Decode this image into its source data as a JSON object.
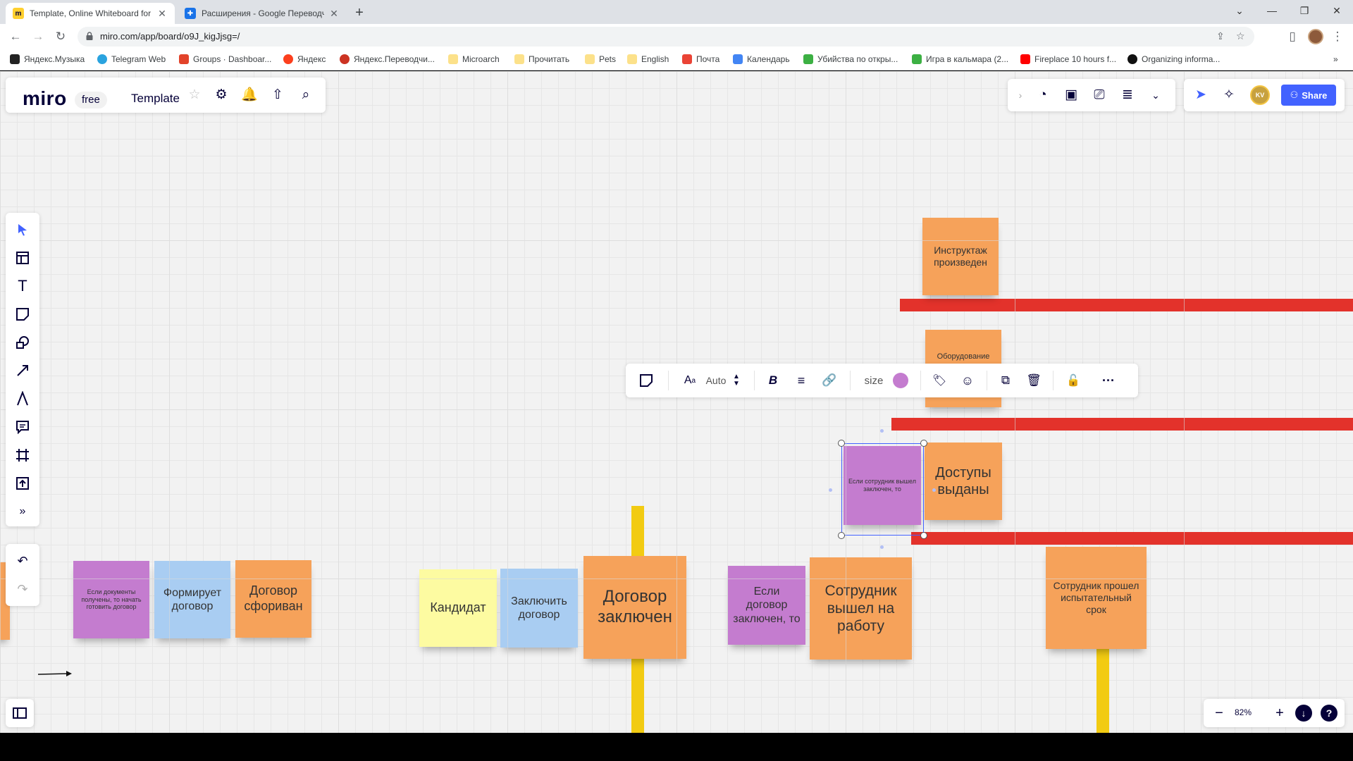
{
  "browser": {
    "tabs": [
      {
        "title": "Template, Online Whiteboard for",
        "active": true
      },
      {
        "title": "Расширения - Google Переводч",
        "active": false
      }
    ],
    "url": "miro.com/app/board/o9J_kigJjsg=/",
    "bookmarks": [
      "Яндекс.Музыка",
      "Telegram Web",
      "Groups · Dashboar...",
      "Яндекс",
      "Яндекс.Переводчи...",
      "Microarch",
      "Прочитать",
      "Pets",
      "English",
      "Почта",
      "Календарь",
      "Убийства по откры...",
      "Игра в кальмара (2...",
      "Fireplace 10 hours f...",
      "Organizing informa..."
    ]
  },
  "miro": {
    "logo": "miro",
    "plan": "free",
    "board_name": "Template",
    "share_label": "Share",
    "avatar_initials": "KV",
    "zoom": "82%"
  },
  "toolbar": {
    "font_auto": "Auto",
    "size_label": "size",
    "color": "#c47ccf"
  },
  "notes": {
    "instr": "Инструктаж произведен",
    "equipment": "Оборудование",
    "access": "Доступы выданы",
    "sel_note": "Если сотрудник вышел заключен, то",
    "docs_received": "Если документы получены, то начать готовить договор",
    "forms_contract": "Формирует договор",
    "contract_formed": "Договор сфориван",
    "candidate": "Кандидат",
    "sign_contract": "Заключить договор",
    "contract_signed": "Договор заключен",
    "if_contract": "Если договор заключен, то",
    "employee_started": "Сотрудник вышел на работу",
    "probation": "Сотрудник прошел испытательный срок"
  },
  "colors": {
    "orange": "#f6a25a",
    "purple": "#c47ccf",
    "blue": "#a9cdf2",
    "yellow": "#fdfba1",
    "red_line": "#e3322b",
    "yellow_line": "#f2cb12",
    "accent": "#4262ff"
  }
}
